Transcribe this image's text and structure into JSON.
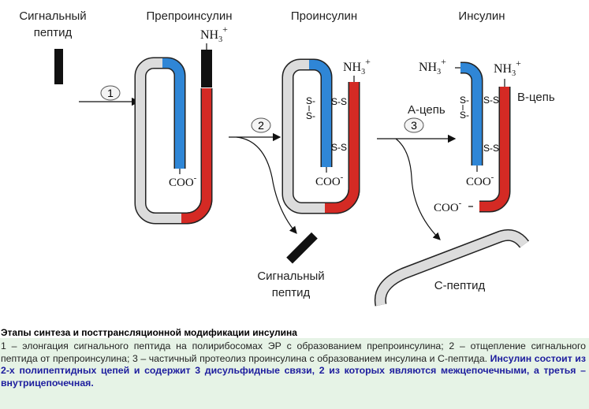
{
  "labels": {
    "signal_peptide_top": [
      "Сигнальный",
      "пептид"
    ],
    "preproinsulin": "Препроинсулин",
    "proinsulin": "Проинсулин",
    "insulin": "Инсулин",
    "signal_peptide_bottom": [
      "Сигнальный",
      "пептид"
    ],
    "c_peptide": "С-пептид",
    "a_chain": "А-цепь",
    "b_chain": "В-цепь",
    "nh3": "NH",
    "nh3_sub": "3",
    "nh3_sup": "+",
    "coo": "COO",
    "coo_sup": "-",
    "ss": "S-S",
    "s_minus": "S-",
    "steps": [
      "1",
      "2",
      "3"
    ]
  },
  "caption": {
    "title": "Этапы синтеза и посттрансляционной модификации инсулина",
    "text": "1 – элонгация сигнального пептида на полирибосомах ЭР с образованием препроинсулина; 2 – отщепление сигнального пептида от препроинсулина; 3 – частичный протеолиз проинсулина с образованием инсулина и С-пептида.",
    "highlight": "Инсулин состоит из 2-х полипептидных цепей и содержит 3 дисульфидные связи, 2 из которых являются межцепочечными, а третья – внутрицепочечная."
  },
  "colors": {
    "a_chain": "#2f86d6",
    "b_chain": "#d42a24",
    "c_peptide": "#dcdcdc",
    "signal": "#111111",
    "caption_bg": "#e6f3e6",
    "caption_highlight": "#1d1d9e"
  }
}
